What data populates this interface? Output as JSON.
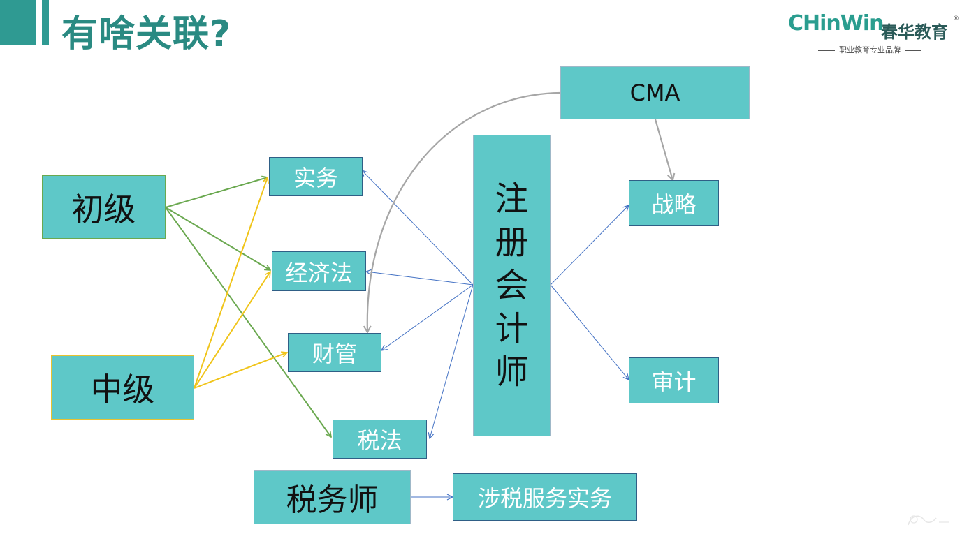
{
  "title": "有啥关联?",
  "logo": {
    "brand": "CHinWin",
    "name_cn": "春华教育",
    "registered": "®",
    "tagline": "职业教育专业品牌"
  },
  "nodes": {
    "chuji": "初级",
    "zhongji": "中级",
    "shiwu": "实务",
    "jingjifa": "经济法",
    "caiguan": "财管",
    "shuifa": "税法",
    "cpa": "注册会计师",
    "cma": "CMA",
    "zhanlue": "战略",
    "shenji": "审计",
    "shuiwushi": "税务师",
    "sheshui": "涉税服务实务"
  },
  "colors": {
    "box_fill": "#5ec8c8",
    "title": "#2a8a82",
    "green_arrow": "#6aa84f",
    "gold_arrow": "#f0c419",
    "blue_arrow": "#4472c4",
    "gray_arrow": "#a6a6a6"
  }
}
